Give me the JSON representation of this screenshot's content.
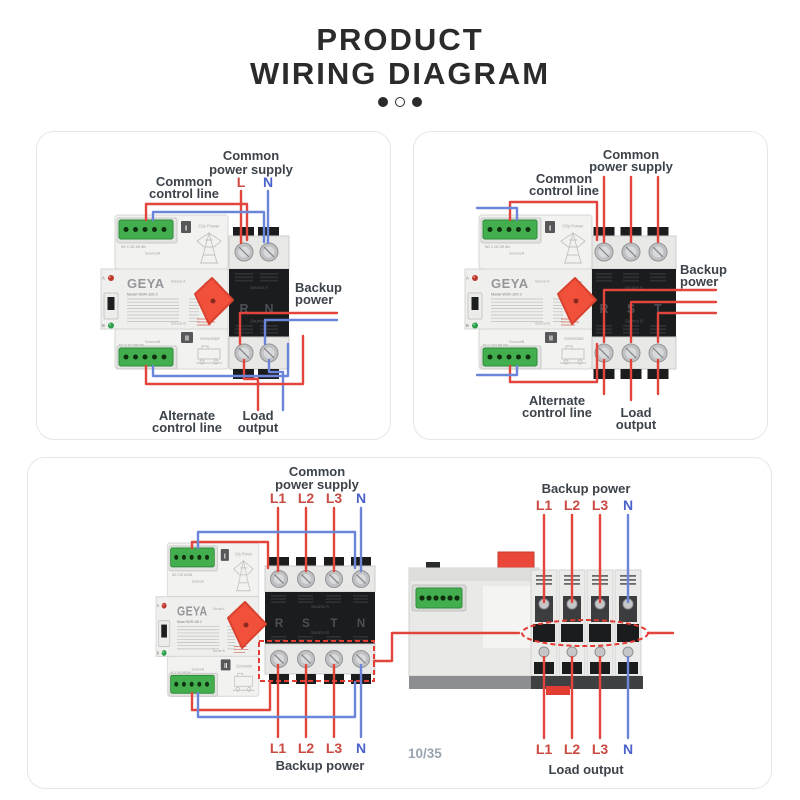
{
  "title": {
    "line1": "PRODUCT",
    "line2": "WIRING DIAGRAM"
  },
  "carousel": {
    "dots": [
      "filled",
      "hollow",
      "filled"
    ]
  },
  "page_indicator": "10/35",
  "labels": {
    "cps1": "Common",
    "cps2": "power supply",
    "ccl1": "Common",
    "ccl2": "control line",
    "bp1": "Backup",
    "bp2": "power",
    "bp": "Backup power",
    "acl1": "Alternate",
    "acl2": "control line",
    "lo1": "Load",
    "lo2": "output",
    "lo": "Load output"
  },
  "phases": {
    "l": "L",
    "n": "N",
    "l1": "L1",
    "l2": "L2",
    "l3": "L3"
  },
  "device": {
    "brand": "GEYA",
    "model": "Model W2R-100 2",
    "ce": "CE",
    "source_a": "Source A",
    "source_b": "Source B",
    "source_a_compact": "SourceA",
    "source_b_compact": "SourceB",
    "city_power": "City Power",
    "generator": "Generator",
    "badge_input": "I",
    "badge_output": "II",
    "led_a": "A",
    "led_b": "B",
    "terminal_code_top": "NO C NC AR AN",
    "terminal_code_bottom": "NC C NO BR BN",
    "poles_2p": [
      "R",
      "N"
    ],
    "poles_3p": [
      "R",
      "S",
      "T"
    ],
    "poles_4p": [
      "R",
      "S",
      "T",
      "N"
    ]
  },
  "colors": {
    "wire_red": "#e2453b",
    "wire_blue": "#6b86d9",
    "phase_red": "#c94a40",
    "phase_blue": "#4a63cc",
    "label_text": "#3d434a",
    "title_text": "#2b2b2b",
    "handle_red": "#f1503b",
    "terminal_green": "#43ae4e",
    "breaker_black": "#1b1c1e",
    "card_border": "#e4e6e9",
    "page_number": "#98a4b0",
    "dashed_red": "#e23c33"
  }
}
